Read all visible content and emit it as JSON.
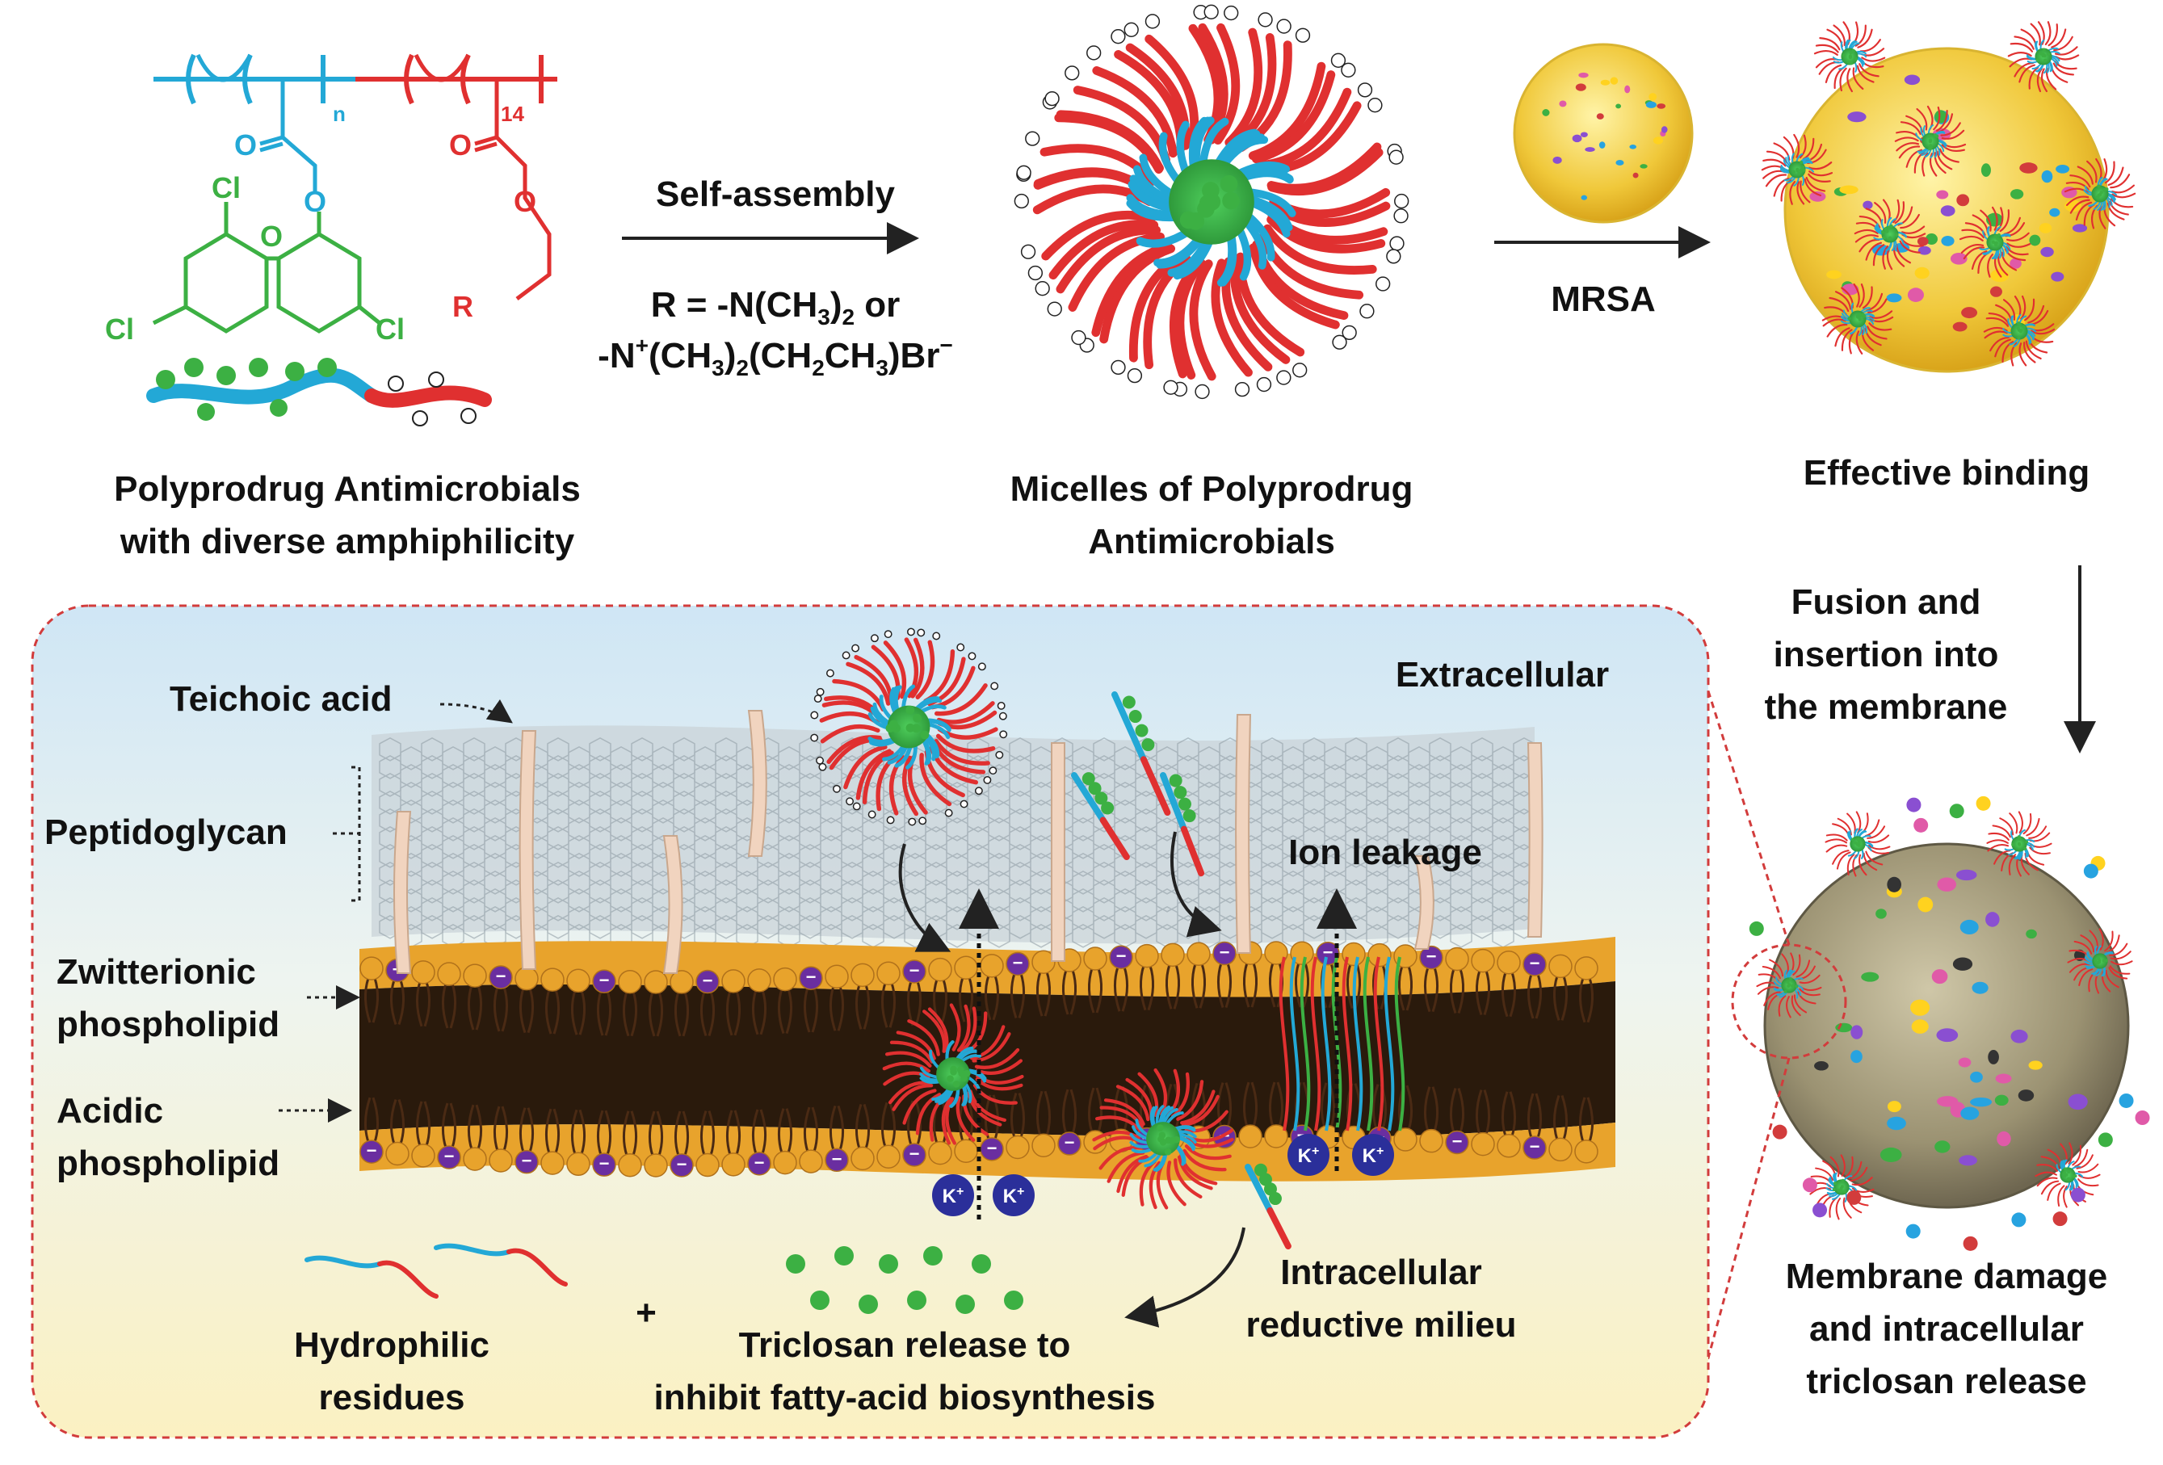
{
  "colors": {
    "hydrophobic_block": "#23a8d6",
    "cationic_block": "#e03030",
    "triclosan": "#3cb043",
    "membrane_head": "#e8a32c",
    "acidic_head": "#6a2ea0",
    "tail": "#4a2a14",
    "panel_border": "#d23c3c",
    "potassium": "#2b2f9a"
  },
  "chemistry": {
    "cl1": "Cl",
    "cl2": "Cl",
    "cl3": "Cl",
    "o_carbonyl1": "O",
    "o_ester1": "O",
    "o_ether": "O",
    "o_carbonyl2": "O",
    "o_ester2": "O",
    "r_group": "R",
    "sub_n": "n",
    "sub_14": "14"
  },
  "top": {
    "polymer_label_line1": "Polyprodrug Antimicrobials",
    "polymer_label_line2": "with diverse amphiphilicity",
    "arrow1_label": "Self-assembly",
    "r_def_line1": "R  = -N(CH",
    "r_def_line1_sub": "3",
    "r_def_line1_end": ")",
    "r_def_line1_sub2": "2",
    "r_def_line1_or": " or",
    "r_def_line2_a": "-N",
    "r_def_line2_sup": "+",
    "r_def_line2_b": "(CH",
    "r_def_line2_sub1": "3",
    "r_def_line2_c": ")",
    "r_def_line2_sub2": "2",
    "r_def_line2_d": "(CH",
    "r_def_line2_sub3": "2",
    "r_def_line2_e": "CH",
    "r_def_line2_sub4": "3",
    "r_def_line2_f": ")Br",
    "r_def_line2_sup2": "−",
    "micelle_label_line1": "Micelles of Polyprodrug",
    "micelle_label_line2": "Antimicrobials",
    "arrow2_label": "MRSA",
    "binding_label": "Effective binding"
  },
  "right": {
    "fusion_line1": "Fusion and",
    "fusion_line2": "insertion into",
    "fusion_line3": "the membrane",
    "damage_line1": "Membrane damage",
    "damage_line2": "and intracellular",
    "damage_line3": "triclosan release"
  },
  "panel": {
    "extracellular": "Extracellular",
    "teichoic": "Teichoic acid",
    "peptidoglycan": "Peptidoglycan",
    "zwitter_line1": "Zwitterionic",
    "zwitter_line2": "phospholipid",
    "acidic_line1": "Acidic",
    "acidic_line2": "phospholipid",
    "ion_leakage": "Ion leakage",
    "potassium": "K",
    "potassium_sup": "+",
    "minus": "−",
    "hydrophilic_line1": "Hydrophilic",
    "hydrophilic_line2": "residues",
    "plus": "+",
    "triclosan_line1": "Triclosan release to",
    "triclosan_line2": "inhibit fatty-acid biosynthesis",
    "intracellular_line1": "Intracellular",
    "intracellular_line2": "reductive milieu"
  }
}
